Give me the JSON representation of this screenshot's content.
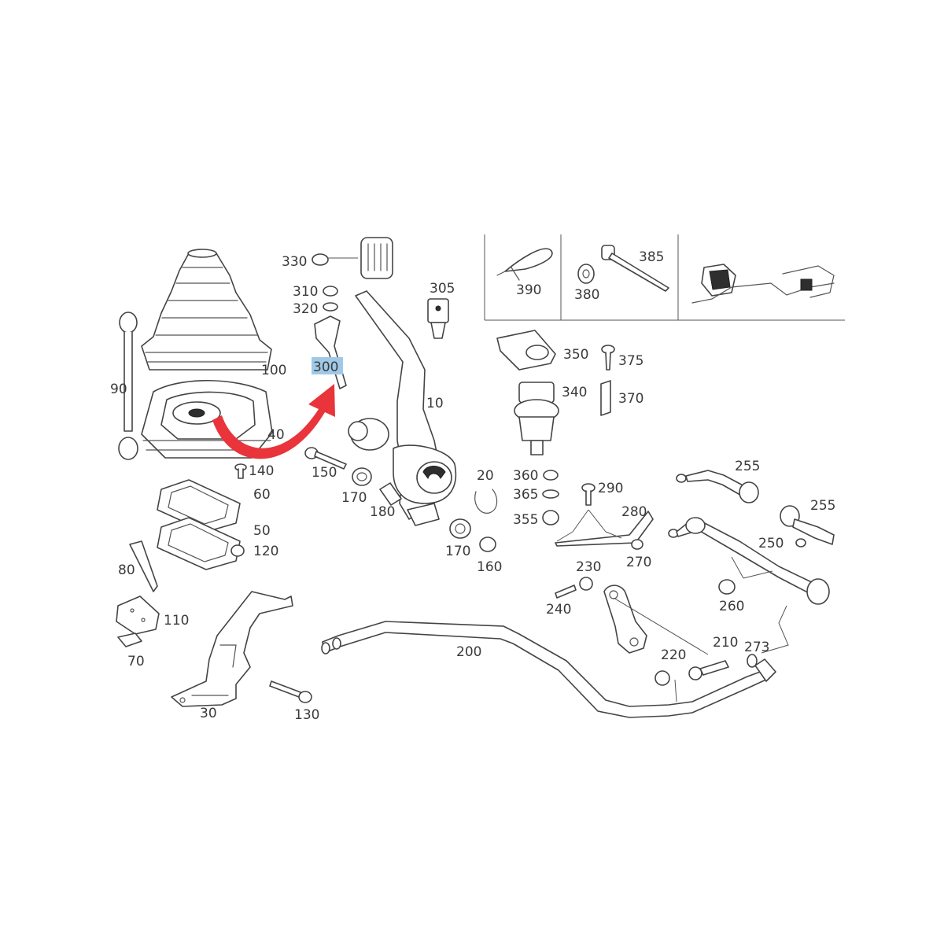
{
  "labels": {
    "p10": "10",
    "p20": "20",
    "p30": "30",
    "p40": "40",
    "p50": "50",
    "p60": "60",
    "p70": "70",
    "p80": "80",
    "p90": "90",
    "p100": "100",
    "p110": "110",
    "p120": "120",
    "p130": "130",
    "p140": "140",
    "p150": "150",
    "p160": "160",
    "p170a": "170",
    "p170b": "170",
    "p180": "180",
    "p200": "200",
    "p210": "210",
    "p220": "220",
    "p230": "230",
    "p240": "240",
    "p250": "250",
    "p255a": "255",
    "p255b": "255",
    "p260": "260",
    "p270": "270",
    "p273": "273",
    "p280": "280",
    "p290": "290",
    "p300": "300",
    "p305": "305",
    "p310": "310",
    "p320": "320",
    "p330": "330",
    "p340": "340",
    "p350": "350",
    "p355": "355",
    "p360": "360",
    "p365": "365",
    "p370": "370",
    "p375": "375",
    "p380": "380",
    "p385": "385",
    "p390": "390"
  },
  "highlighted_part": "300",
  "colors": {
    "highlight": "#9fc9e6",
    "arrow": "#e8343a",
    "line": "#444444",
    "label": "#3a3a3a"
  }
}
